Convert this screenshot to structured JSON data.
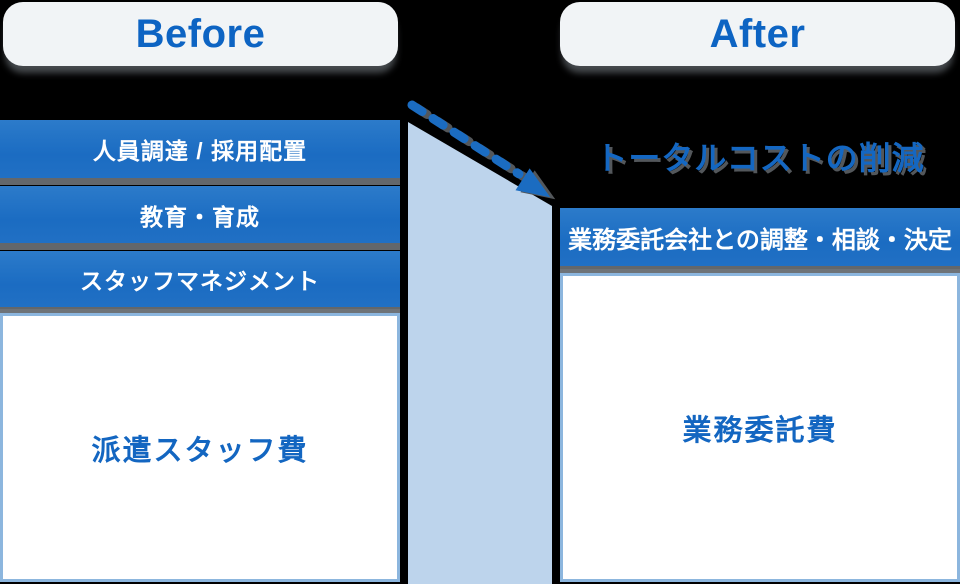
{
  "header": {
    "before_label": "Before",
    "after_label": "After"
  },
  "before": {
    "stack_items": [
      {
        "label": "人員調達 / 採用配置"
      },
      {
        "label": "教育・育成"
      },
      {
        "label": "スタッフマネジメント"
      }
    ],
    "cost_box_label": "派遣スタッフ費"
  },
  "after": {
    "headline": "トータルコストの削減",
    "stack_items": [
      {
        "label": "業務委託会社との調整・相談・決定"
      }
    ],
    "cost_box_label": "業務委託費"
  },
  "transition": {
    "arrow_icon": "dashed-diagonal-arrow-down-right"
  },
  "colors": {
    "background": "#000000",
    "bar_blue": "#1b6cc2",
    "accent_text_blue": "#0d64c3",
    "strip_light_blue": "#bdd4ec",
    "box_border_blue": "#8cb6de",
    "separator_gray": "#63676b",
    "pill_background": "#f1f4f6",
    "white": "#ffffff"
  }
}
